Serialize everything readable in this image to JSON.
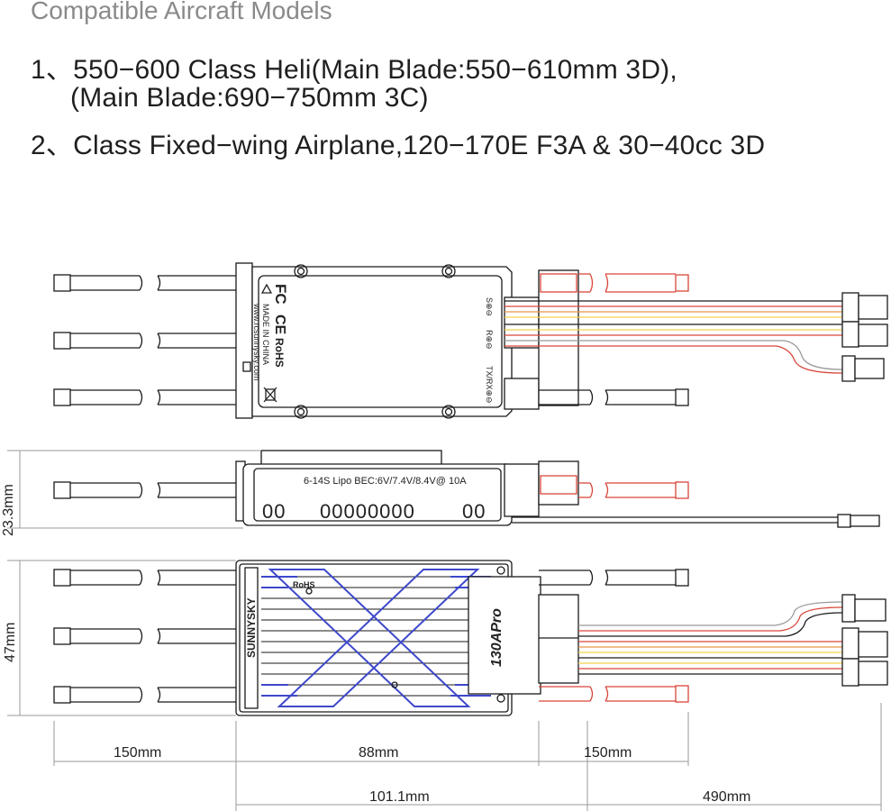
{
  "heading": "Compatible Aircraft Models",
  "models": [
    {
      "line": "1、550−600 Class Heli(Main Blade:550−610mm 3D),"
    },
    {
      "line": "(Main Blade:690−750mm 3C)"
    },
    {
      "line": "2、Class Fixed−wing Airplane,120−170E F3A & 30−40cc 3D"
    }
  ],
  "top_view": {
    "fc_mark": "FC",
    "ce_mark": "CE",
    "rohs": "RoHS",
    "made_in": "MADE IN CHINA",
    "website": "www.rcsunnysky.com",
    "port_s": "S⊕⊖",
    "port_r": "R⊕⊖",
    "port_txrx": "TX/RX⊕⊖"
  },
  "side_view": {
    "spec_label": "6-14S Lipo BEC:6V/7.4V/8.4V@ 10A",
    "slots": "00000000",
    "slot_left": "00",
    "slot_right": "00"
  },
  "bottom_view": {
    "brand": "SUNNYSKY",
    "model": "130APro"
  },
  "dimensions": {
    "height": "23.3mm",
    "width": "47mm",
    "left_wire": "150mm",
    "body": "88mm",
    "right_wire": "150mm",
    "overall_body": "101.1mm",
    "signal_wire": "490mm"
  },
  "colors": {
    "wire_red": "#d9463a",
    "wire_yellow": "#f2d24a",
    "wire_orange": "#e8954a",
    "heatsink_blue": "#3d48c9",
    "outline": "#1a1a1a"
  }
}
